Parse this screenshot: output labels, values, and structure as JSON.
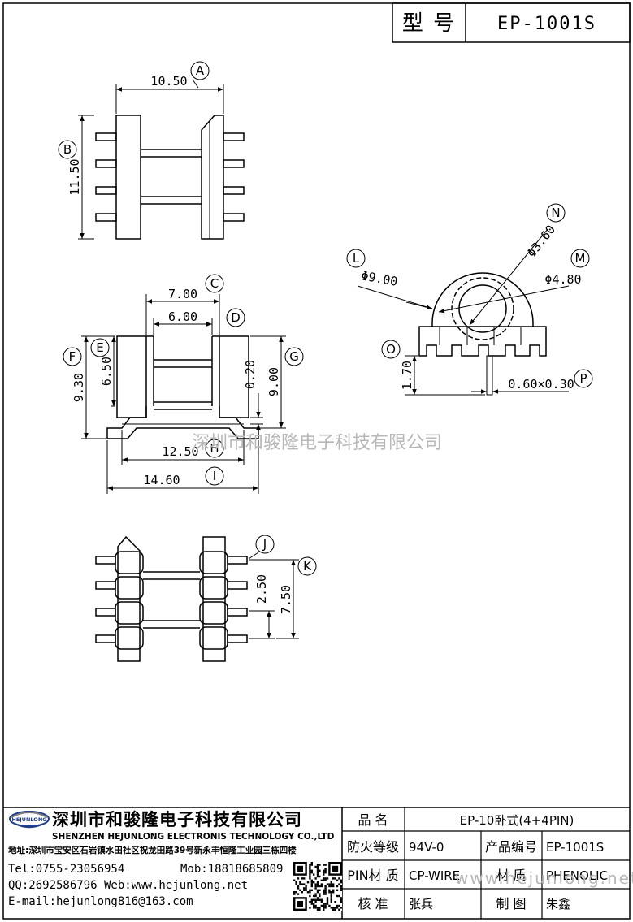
{
  "header": {
    "model_label": "型 号",
    "model_value": "EP-1001S"
  },
  "dimensions": {
    "A": {
      "letter": "A",
      "value": "10.50"
    },
    "B": {
      "letter": "B",
      "value": "11.50"
    },
    "C": {
      "letter": "C",
      "value": "7.00"
    },
    "D": {
      "letter": "D",
      "value": "6.00"
    },
    "E": {
      "letter": "E",
      "value": "6.50"
    },
    "F": {
      "letter": "F",
      "value": "9.30"
    },
    "G": {
      "letter": "G",
      "value": "9.00"
    },
    "H": {
      "letter": "H",
      "value": "12.50"
    },
    "I": {
      "letter": "I",
      "value": "14.60"
    },
    "J": {
      "letter": "J",
      "value": "2.50"
    },
    "K": {
      "letter": "K",
      "value": "7.50"
    },
    "L": {
      "letter": "L",
      "value": "Φ9.00"
    },
    "M": {
      "letter": "M",
      "value": "Φ4.80"
    },
    "N": {
      "letter": "N",
      "value": "Φ3.60"
    },
    "O": {
      "letter": "O",
      "value": "1.70"
    },
    "P": {
      "letter": "P",
      "value": "0.60×0.30"
    },
    "pin_gap": {
      "value": "0.20"
    }
  },
  "watermark": {
    "company": "深圳市和骏隆电子科技有限公司",
    "site": "www.hejunlong.net"
  },
  "company": {
    "logo_text": "HEJUNLONG",
    "name_cn": "深圳市和骏隆电子科技有限公司",
    "name_en": "SHENZHEN HEJUNLONG ELECTRONIS TECHNOLOGY CO.,LTD",
    "address": "地址:深圳市宝安区石岩镇水田社区祝龙田路39号新永丰恒隆工业园三栋四楼",
    "tel": "Tel:0755-23056954",
    "mob": "Mob:18818685809",
    "qq_web": "QQ:2692586796 Web:www.hejunlong.net",
    "email": "E-mail:hejunlong816@163.com"
  },
  "title_block": {
    "product_name_label": "品 名",
    "product_name_value": "EP-10卧式(4+4PIN)",
    "fire_rating_label": "防火等级",
    "fire_rating_value": "94V-0",
    "product_code_label": "产品编号",
    "product_code_value": "EP-1001S",
    "pin_material_label": "PIN材 质",
    "pin_material_value": "CP-WIRE",
    "material_label": "材 质",
    "material_value": "PHENOLIC",
    "checker_label": "核 准",
    "checker_value": "张兵",
    "drafter_label": "制 图",
    "drafter_value": "朱鑫"
  }
}
